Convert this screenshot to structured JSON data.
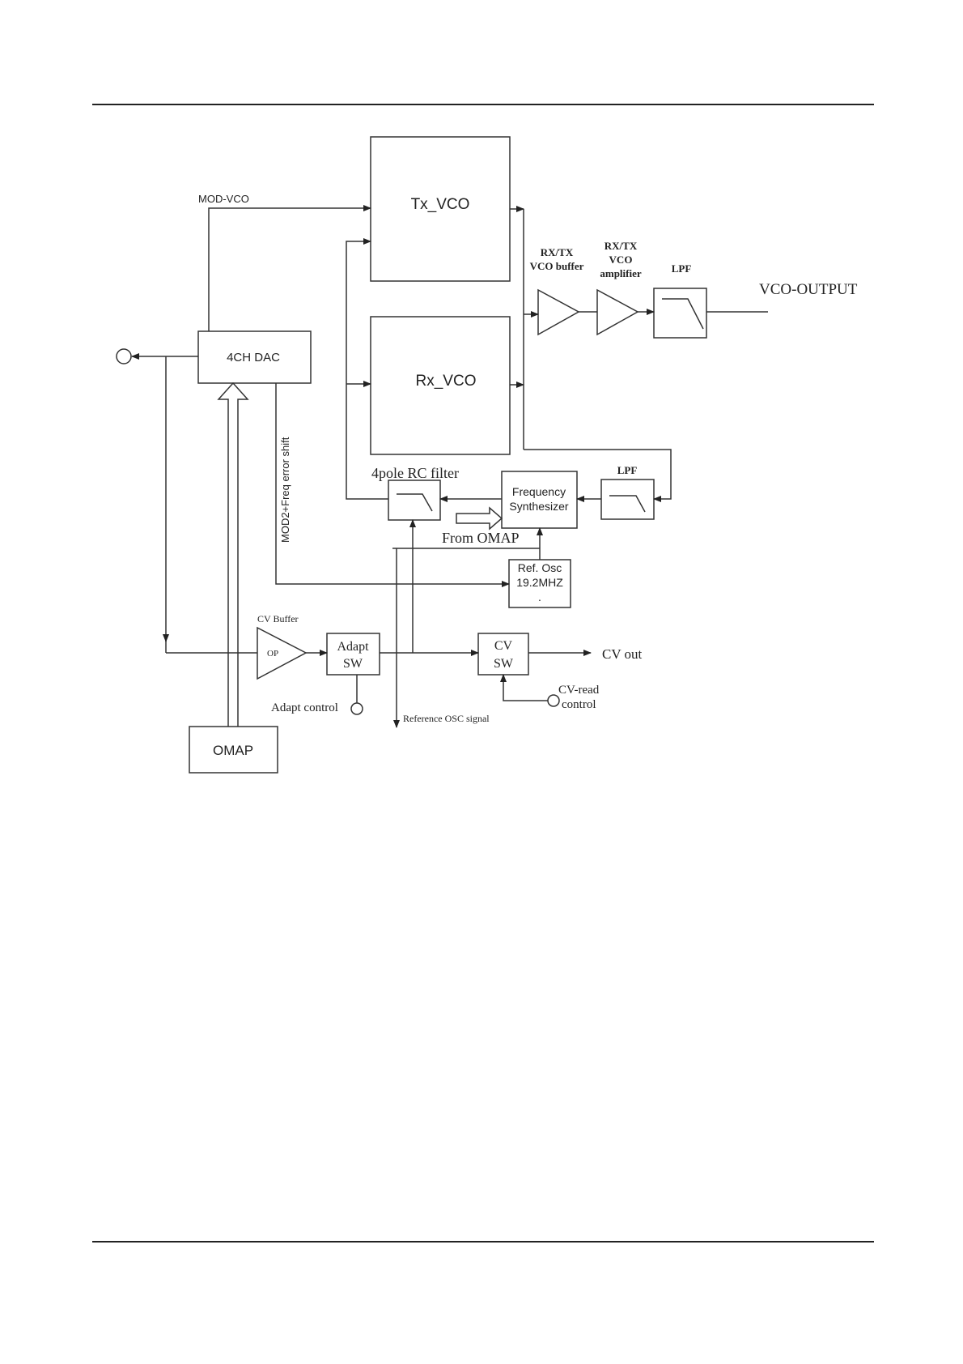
{
  "blocks": {
    "tx_vco": "Tx_VCO",
    "rx_vco": "Rx_VCO",
    "dac": "4CH DAC",
    "omap": "OMAP",
    "freq_synth_1": "Frequency",
    "freq_synth_2": "Synthesizer",
    "ref_osc_1": "Ref. Osc",
    "ref_osc_2": "19.2MHZ",
    "ref_osc_3": ".",
    "adapt_sw_1": "Adapt",
    "adapt_sw_2": "SW",
    "cv_sw_1": "CV",
    "cv_sw_2": "SW",
    "op": "OP"
  },
  "labels": {
    "mod_vco": "MOD-VCO",
    "rxtx_buffer_1": "RX/TX",
    "rxtx_buffer_2": "VCO buffer",
    "rxtx_amp_1": "RX/TX",
    "rxtx_amp_2": "VCO",
    "rxtx_amp_3": "amplifier",
    "lpf_top": "LPF",
    "vco_output": "VCO-OUTPUT",
    "lpf_right": "LPF",
    "rc_filter": "4pole RC filter",
    "from_omap": "From OMAP",
    "mod2_freq": "MOD2+Freq error shift",
    "cv_buffer": "CV Buffer",
    "adapt_control": "Adapt control",
    "ref_osc_signal": "Reference OSC signal",
    "cv_out": "CV out",
    "cv_read_1": "CV-read",
    "cv_read_2": "control"
  }
}
